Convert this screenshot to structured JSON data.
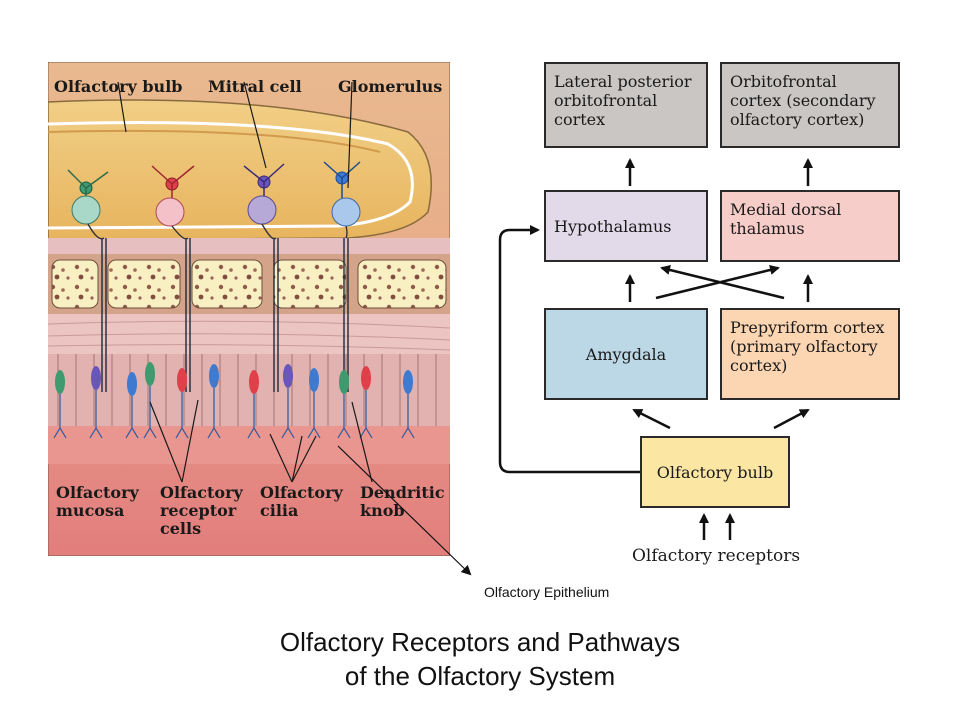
{
  "illustration": {
    "labels": {
      "olfactory_bulb": "Olfactory bulb",
      "mitral_cell": "Mitral cell",
      "glomerulus": "Glomerulus",
      "olfactory_mucosa": "Olfactory mucosa",
      "olfactory_receptor_cells": "Olfactory receptor cells",
      "olfactory_cilia": "Olfactory cilia",
      "dendritic_knob": "Dendritic knob"
    },
    "pointer_label": "Olfactory Epithelium"
  },
  "flowchart": {
    "boxes": {
      "lateral_posterior": {
        "text": "Lateral posterior orbitofrontal cortex",
        "color": "#c9c6c4"
      },
      "orbitofrontal": {
        "text": "Orbitofrontal cortex (secondary olfactory cortex)",
        "color": "#c9c6c4"
      },
      "hypothalamus": {
        "text": "Hypothalamus",
        "color": "#e2d9e9"
      },
      "medial_dorsal": {
        "text": "Medial dorsal thalamus",
        "color": "#f7cdc9"
      },
      "amygdala": {
        "text": "Amygdala",
        "color": "#bcd7e6"
      },
      "prepyriform": {
        "text": "Prepyriform cortex (primary olfactory cortex)",
        "color": "#fcd5b2"
      },
      "olfactory_bulb": {
        "text": "Olfactory bulb",
        "color": "#fbe6a4"
      }
    },
    "input_label": "Olfactory receptors"
  },
  "title": {
    "line1": "Olfactory Receptors and Pathways",
    "line2": "of the Olfactory System"
  }
}
